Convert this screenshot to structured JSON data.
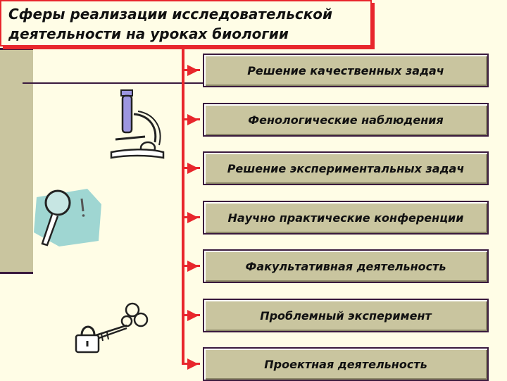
{
  "title": {
    "line1": "Сферы реализации исследовательской",
    "line2": "деятельности на уроках биологии"
  },
  "items": [
    {
      "label": "Решение качественных задач"
    },
    {
      "label": "Фенологические наблюдения"
    },
    {
      "label": "Решение экспериментальных задач"
    },
    {
      "label": "Научно практические конференции"
    },
    {
      "label": "Факультативная деятельность"
    },
    {
      "label": "Проблемный эксперимент"
    },
    {
      "label": "Проектная деятельность"
    }
  ],
  "icons": [
    "microscope-icon",
    "magnifier-icon",
    "key-lock-icon"
  ],
  "colors": {
    "accent": "#e8262c",
    "box_fill": "#c9c59f",
    "background": "#fffde6",
    "border_dark": "#3a1a3e"
  }
}
